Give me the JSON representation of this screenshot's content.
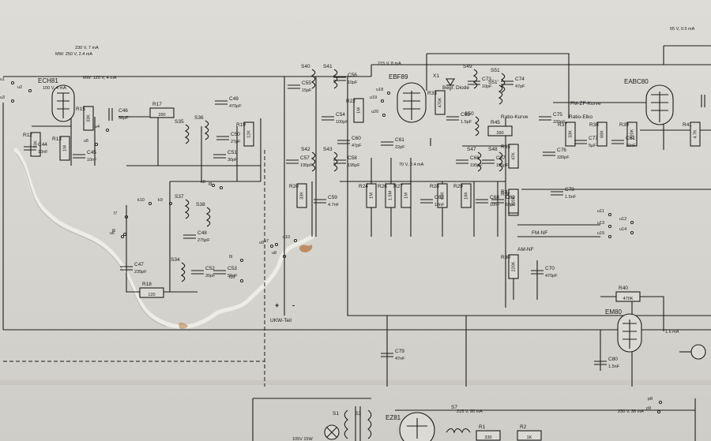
{
  "tubes": [
    {
      "label": "ECH81",
      "note": "100 V, 4 mA"
    },
    {
      "label": "EBF89",
      "note": ""
    },
    {
      "label": "EABC80",
      "note": ""
    },
    {
      "label": "EM80",
      "note": ""
    },
    {
      "label": "EZ81",
      "note": ""
    }
  ],
  "supply_notes": {
    "n1": "230 V, 7 mA",
    "n2": "MW: 250 V, 2.4 mA",
    "n3": "MW: 120 V, 4 mA",
    "n4": "215 V, 8 mA",
    "n5": "70 V, 2.4 mA",
    "n6": "65 V, 0.5 mA",
    "n7": "1.6 mA",
    "n8": "215 V, 90 mA",
    "n9": "230 V, 36 mA",
    "n10": "105V 15W"
  },
  "annotations": {
    "fm_zf": "FM-ZF-Kurve",
    "ratio_elko": "Ratio-Elko",
    "ratio_kurve": "Ratio-Kurve",
    "begr_diode": "Begr. Diode",
    "fm_nf": "FM-NF",
    "am_nf": "AM-NF",
    "ukw_teil": "UKW-Teil",
    "plus": "+",
    "minus": "-"
  },
  "resistors": [
    {
      "ref": "R17",
      "value": "390"
    },
    {
      "ref": "R15",
      "value": "33K"
    },
    {
      "ref": "R12",
      "value": "33K"
    },
    {
      "ref": "R13",
      "value": "1M"
    },
    {
      "ref": "R19",
      "value": "12K"
    },
    {
      "ref": "R20",
      "value": "33K"
    },
    {
      "ref": "R18",
      "value": "120"
    },
    {
      "ref": "R22",
      "value": "1M"
    },
    {
      "ref": "R33",
      "value": "470K"
    },
    {
      "ref": "R45",
      "value": "390"
    },
    {
      "ref": "R35",
      "value": "47K"
    },
    {
      "ref": "R36",
      "value": "47K"
    },
    {
      "ref": "R37",
      "value": "33K"
    },
    {
      "ref": "R38",
      "value": "68K"
    },
    {
      "ref": "R39",
      "value": "220K"
    },
    {
      "ref": "R24",
      "value": "1M"
    },
    {
      "ref": "R26",
      "value": "1.5M"
    },
    {
      "ref": "R27",
      "value": "1M"
    },
    {
      "ref": "R28",
      "value": "68K"
    },
    {
      "ref": "R29",
      "value": "18K"
    },
    {
      "ref": "R31",
      "value": "220K"
    },
    {
      "ref": "R30",
      "value": "220K"
    },
    {
      "ref": "R40",
      "value": "470K"
    },
    {
      "ref": "R41",
      "value": "4.7K"
    },
    {
      "ref": "R1",
      "value": "330"
    },
    {
      "ref": "R2",
      "value": "1K"
    }
  ],
  "capacitors": [
    {
      "ref": "C46",
      "value": "56pF"
    },
    {
      "ref": "C44",
      "value": "10nF"
    },
    {
      "ref": "C45",
      "value": "10nF"
    },
    {
      "ref": "C49",
      "value": "470pF"
    },
    {
      "ref": "C50",
      "value": "27pF"
    },
    {
      "ref": "C51",
      "value": "30pF"
    },
    {
      "ref": "C47",
      "value": "235pF"
    },
    {
      "ref": "C48",
      "value": "275pF"
    },
    {
      "ref": "C52",
      "value": "30pF"
    },
    {
      "ref": "C53",
      "value": "56pF"
    },
    {
      "ref": "C55",
      "value": "15pF"
    },
    {
      "ref": "C56",
      "value": "10pF"
    },
    {
      "ref": "C54",
      "value": "100pF"
    },
    {
      "ref": "C57",
      "value": "195pF"
    },
    {
      "ref": "C58",
      "value": "195pF"
    },
    {
      "ref": "C59",
      "value": "4.7nF"
    },
    {
      "ref": "C60",
      "value": "47pF"
    },
    {
      "ref": "C61",
      "value": "22pF"
    },
    {
      "ref": "C63",
      "value": "1.5pF"
    },
    {
      "ref": "C73",
      "value": "10pF"
    },
    {
      "ref": "C74",
      "value": "47pF"
    },
    {
      "ref": "C66",
      "value": "195pF"
    },
    {
      "ref": "C67",
      "value": "195pF"
    },
    {
      "ref": "C62",
      "value": "10nF"
    },
    {
      "ref": "C68",
      "value": "10nF"
    },
    {
      "ref": "C69",
      "value": "68pF"
    },
    {
      "ref": "C70",
      "value": "470pF"
    },
    {
      "ref": "C75",
      "value": "330pF"
    },
    {
      "ref": "C76",
      "value": "330pF"
    },
    {
      "ref": "C77",
      "value": "5µF"
    },
    {
      "ref": "C81",
      "value": "10nF"
    },
    {
      "ref": "C78",
      "value": "1.5nF"
    },
    {
      "ref": "C79",
      "value": "47nF"
    },
    {
      "ref": "C80",
      "value": "1.5nF"
    },
    {
      "ref": "C82",
      "value": ""
    }
  ],
  "coils": [
    "S35",
    "S36",
    "S37",
    "S38",
    "S34",
    "S40",
    "S41",
    "S42",
    "S43",
    "S47",
    "S48",
    "S49",
    "S50",
    "S51",
    "S51'",
    "S1",
    "S3",
    "S7"
  ],
  "switches": [
    "u1",
    "u2",
    "u3",
    "u4",
    "u5",
    "u6",
    "u7",
    "u8",
    "u9",
    "u10",
    "u11",
    "u12",
    "u13",
    "u14",
    "u15",
    "u18",
    "u19",
    "u20",
    "l6",
    "l7",
    "l8",
    "l9",
    "l10",
    "k8",
    "k9",
    "k10",
    "p8",
    "p9"
  ],
  "diodes": [
    "X1"
  ]
}
